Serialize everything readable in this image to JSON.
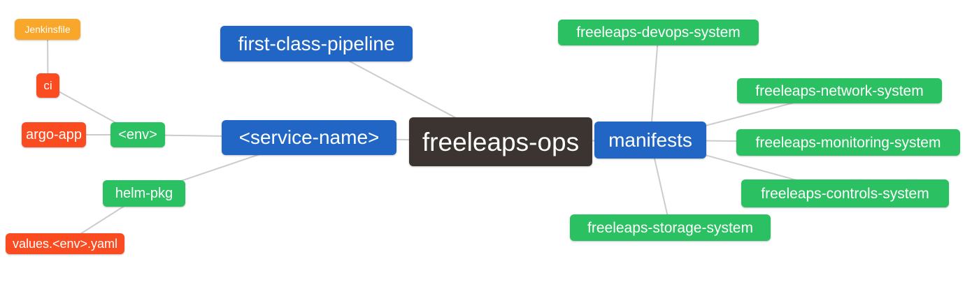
{
  "diagram": {
    "type": "mindmap",
    "root_id": "freeleaps-ops",
    "colors": {
      "root": "#3b3430",
      "branch_blue": "#2166c4",
      "leaf_green": "#2bc163",
      "leaf_red": "#fb4b21",
      "leaf_orange": "#f9a72a",
      "edge": "#cccccc",
      "background": "#ffffff",
      "text": "#ffffff"
    },
    "nodes": [
      {
        "id": "freeleaps-ops",
        "label": "freeleaps-ops",
        "level": "root",
        "color": "#3b3430"
      },
      {
        "id": "first-class-pipeline",
        "label": "first-class-pipeline",
        "level": "branch",
        "color": "#2166c4"
      },
      {
        "id": "service-name",
        "label": "<service-name>",
        "level": "branch",
        "color": "#2166c4"
      },
      {
        "id": "manifests",
        "label": "manifests",
        "level": "branch",
        "color": "#2166c4"
      },
      {
        "id": "env",
        "label": "<env>",
        "level": "leaf",
        "color": "#2bc163"
      },
      {
        "id": "ci",
        "label": "ci",
        "level": "leaf",
        "color": "#fb4b21"
      },
      {
        "id": "jenkinsfile",
        "label": "Jenkinsfile",
        "level": "leaf",
        "color": "#f9a72a"
      },
      {
        "id": "argo-app",
        "label": "argo-app",
        "level": "leaf",
        "color": "#fb4b21"
      },
      {
        "id": "helm-pkg",
        "label": "helm-pkg",
        "level": "leaf",
        "color": "#2bc163"
      },
      {
        "id": "values-env-yaml",
        "label": "values.<env>.yaml",
        "level": "leaf",
        "color": "#fb4b21"
      },
      {
        "id": "freeleaps-devops-system",
        "label": "freeleaps-devops-system",
        "level": "leaf",
        "color": "#2bc163"
      },
      {
        "id": "freeleaps-network-system",
        "label": "freeleaps-network-system",
        "level": "leaf",
        "color": "#2bc163"
      },
      {
        "id": "freeleaps-monitoring-system",
        "label": "freeleaps-monitoring-system",
        "level": "leaf",
        "color": "#2bc163"
      },
      {
        "id": "freeleaps-controls-system",
        "label": "freeleaps-controls-system",
        "level": "leaf",
        "color": "#2bc163"
      },
      {
        "id": "freeleaps-storage-system",
        "label": "freeleaps-storage-system",
        "level": "leaf",
        "color": "#2bc163"
      }
    ],
    "edges": [
      [
        "freeleaps-ops",
        "first-class-pipeline"
      ],
      [
        "freeleaps-ops",
        "service-name"
      ],
      [
        "freeleaps-ops",
        "manifests"
      ],
      [
        "service-name",
        "env"
      ],
      [
        "service-name",
        "helm-pkg"
      ],
      [
        "env",
        "ci"
      ],
      [
        "env",
        "argo-app"
      ],
      [
        "ci",
        "jenkinsfile"
      ],
      [
        "helm-pkg",
        "values-env-yaml"
      ],
      [
        "manifests",
        "freeleaps-devops-system"
      ],
      [
        "manifests",
        "freeleaps-network-system"
      ],
      [
        "manifests",
        "freeleaps-monitoring-system"
      ],
      [
        "manifests",
        "freeleaps-controls-system"
      ],
      [
        "manifests",
        "freeleaps-storage-system"
      ]
    ]
  }
}
